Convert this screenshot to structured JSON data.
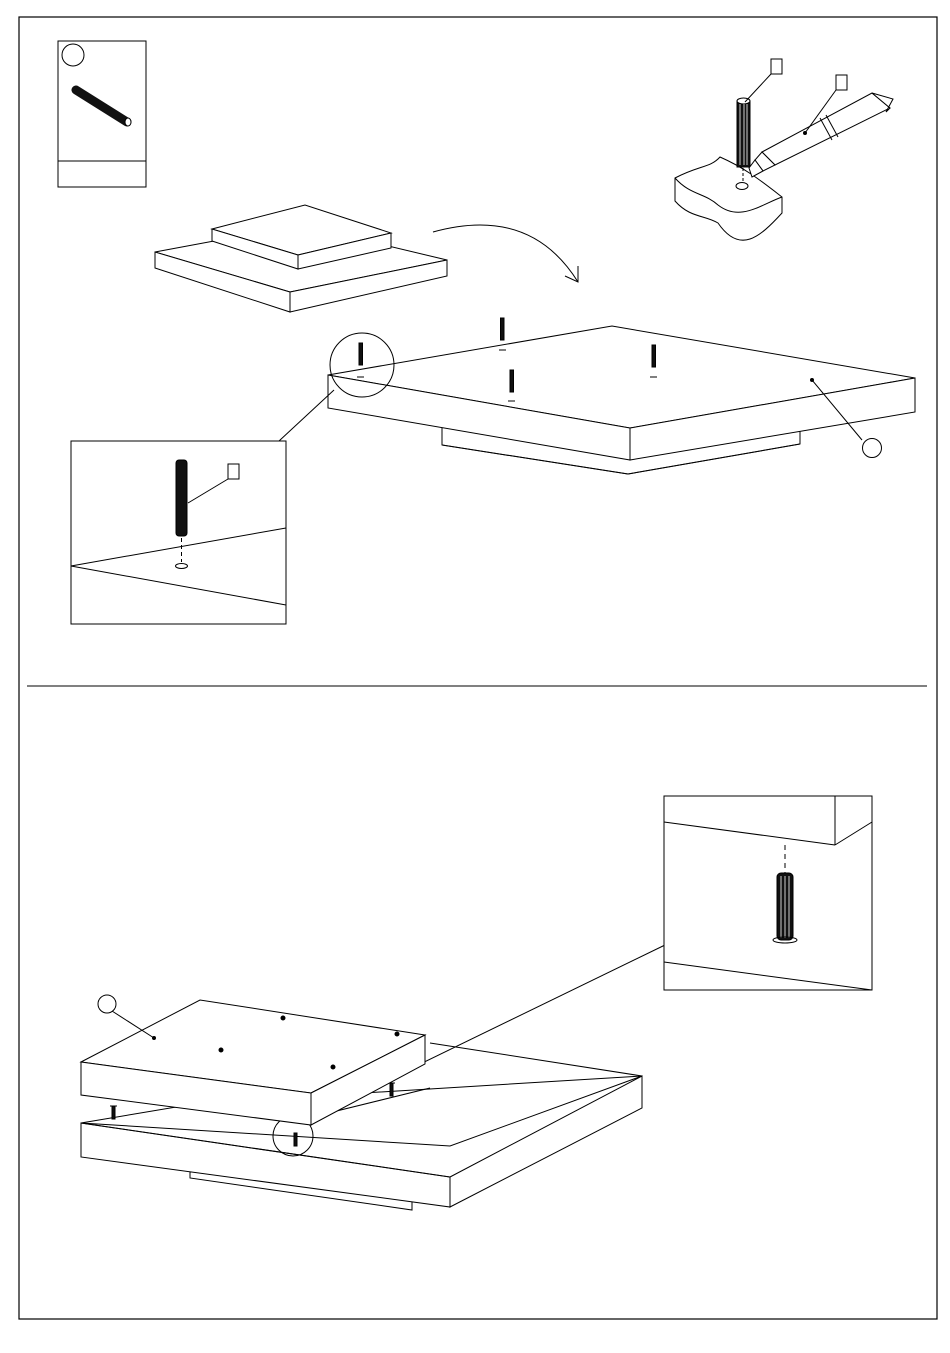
{
  "document": {
    "type": "assembly-instructions",
    "steps": [
      {
        "id": "upper-step",
        "part_card": {
          "part_number": "",
          "quantity": ""
        },
        "callouts": [
          "",
          "",
          "",
          ""
        ]
      },
      {
        "id": "lower-step",
        "callouts": [
          ""
        ]
      }
    ]
  },
  "colors": {
    "line": "#000000",
    "background": "#ffffff",
    "dowel": "#111111"
  },
  "icons": [
    "dowel-icon",
    "glue-tube-icon",
    "circular-callout-marker",
    "curved-arrow-icon"
  ]
}
